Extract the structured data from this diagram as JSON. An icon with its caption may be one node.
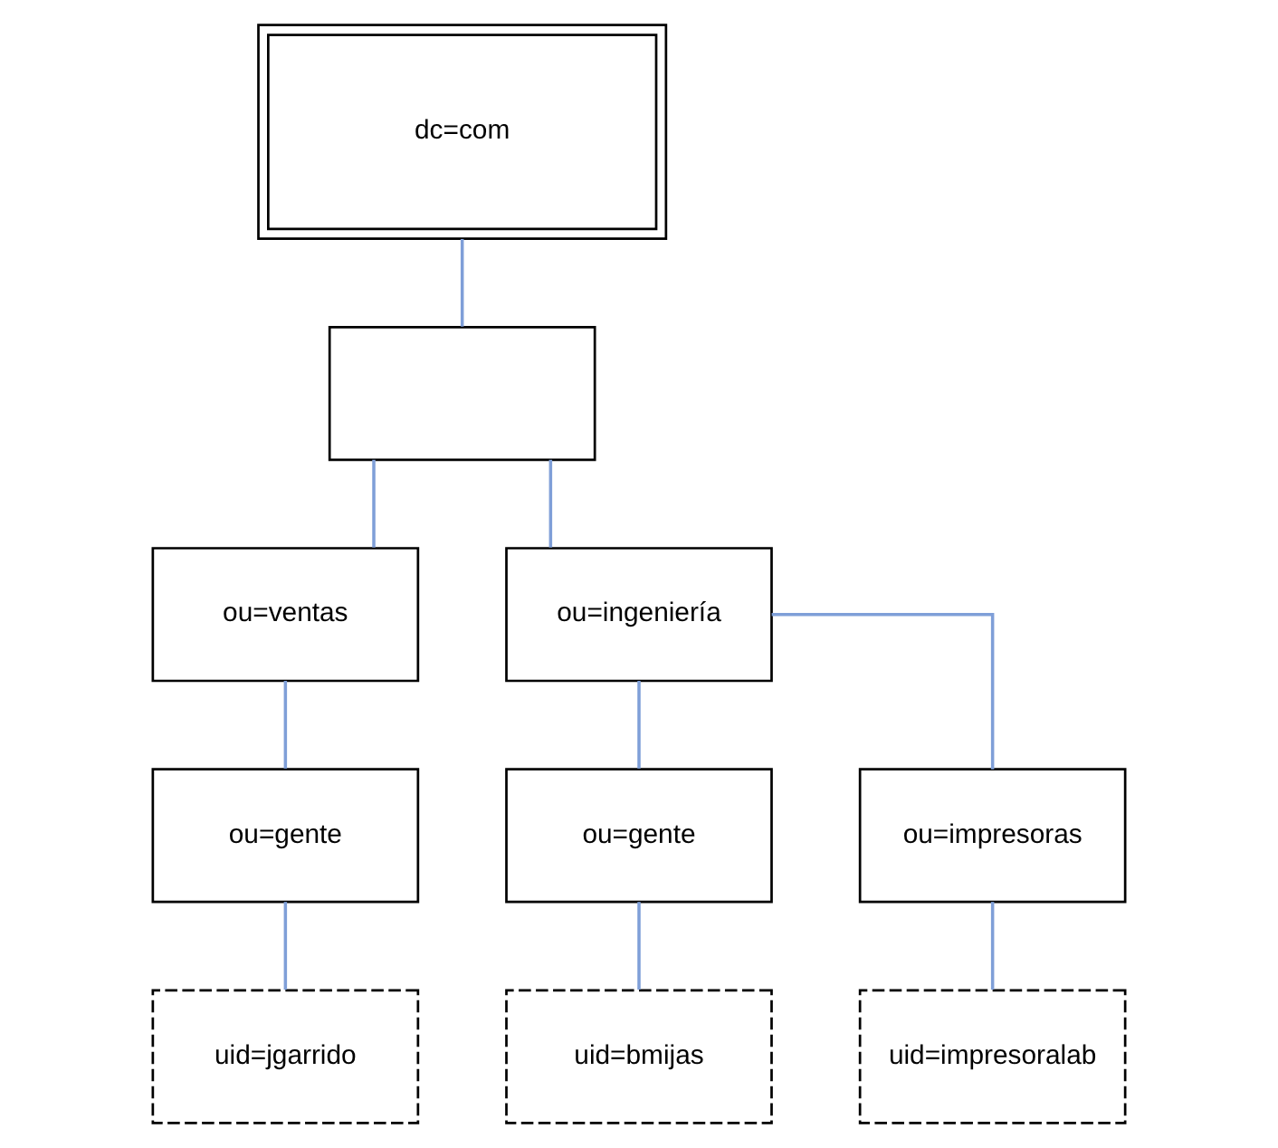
{
  "diagram": {
    "nodes": [
      {
        "text": [
          "dc=com"
        ]
      },
      {
        "text": [],
        "shape": "box"
      },
      {
        "text": [
          "ou=ventas"
        ]
      },
      {
        "text": [
          "ou=ingeniería"
        ]
      },
      {
        "text": [
          "ou=gente"
        ]
      },
      {
        "text": [
          "ou=gente"
        ]
      },
      {
        "text": [
          "ou=impresoras"
        ]
      },
      {
        "text": [
          "uid=jgarrido"
        ]
      },
      {
        "text": [
          "uid=bmijas"
        ]
      },
      {
        "text": [
          "uid=impresoralab"
        ]
      }
    ],
    "edges": [
      {
        "from": 0,
        "to": 1,
        "arrow": "none"
      },
      {
        "from": 1,
        "to": 2,
        "arrow": "none"
      },
      {
        "from": 1,
        "to": 3,
        "arrow": "none"
      },
      {
        "from": 2,
        "to": 4,
        "arrow": "none"
      },
      {
        "from": 3,
        "to": 5,
        "arrow": "none"
      },
      {
        "from": 3,
        "to": 6,
        "arrow": "none"
      },
      {
        "from": 4,
        "to": 7,
        "arrow": "none"
      },
      {
        "from": 5,
        "to": 8,
        "arrow": "none"
      },
      {
        "from": 6,
        "to": 9,
        "arrow": "none"
      }
    ]
  }
}
